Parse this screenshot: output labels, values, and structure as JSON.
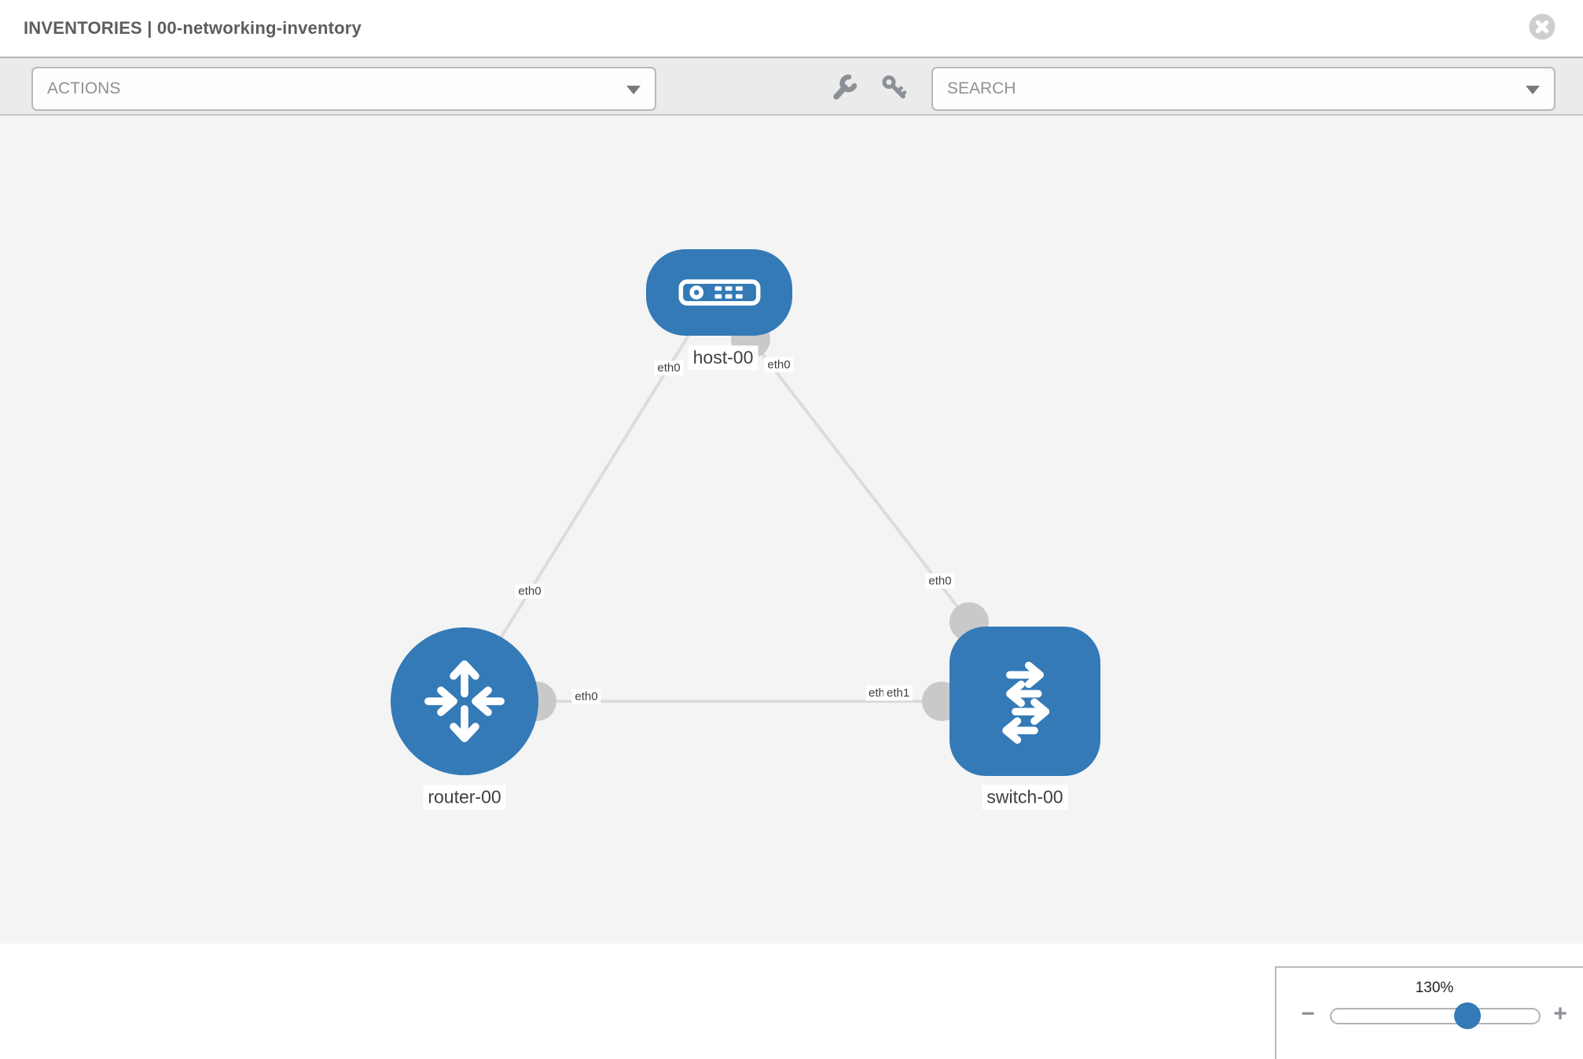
{
  "header": {
    "title": "INVENTORIES | 00-networking-inventory"
  },
  "toolbar": {
    "actions_label": "ACTIONS",
    "search_label": "SEARCH"
  },
  "canvas": {
    "nodes": [
      {
        "id": "host-00",
        "label": "host-00",
        "type": "host"
      },
      {
        "id": "router-00",
        "label": "router-00",
        "type": "router"
      },
      {
        "id": "switch-00",
        "label": "switch-00",
        "type": "switch"
      }
    ],
    "links": [
      {
        "from": "host-00",
        "to": "router-00",
        "from_interface": "eth0",
        "to_interface": "eth0"
      },
      {
        "from": "host-00",
        "to": "switch-00",
        "from_interface": "eth0",
        "to_interface": "eth0"
      },
      {
        "from": "router-00",
        "to": "switch-00",
        "from_interface": "eth0",
        "to_interface": "eth1",
        "to_interface_overlapped": "eth0"
      }
    ]
  },
  "zoom_panel": {
    "level": "130%",
    "minus_label": "−",
    "plus_label": "+"
  },
  "colors": {
    "node_blue": "#337ab7",
    "link_gray": "#dcdcdc",
    "port_gray": "#c9c9c9",
    "toolbar_gray": "#ebebeb",
    "canvas_gray": "#f4f4f4"
  }
}
